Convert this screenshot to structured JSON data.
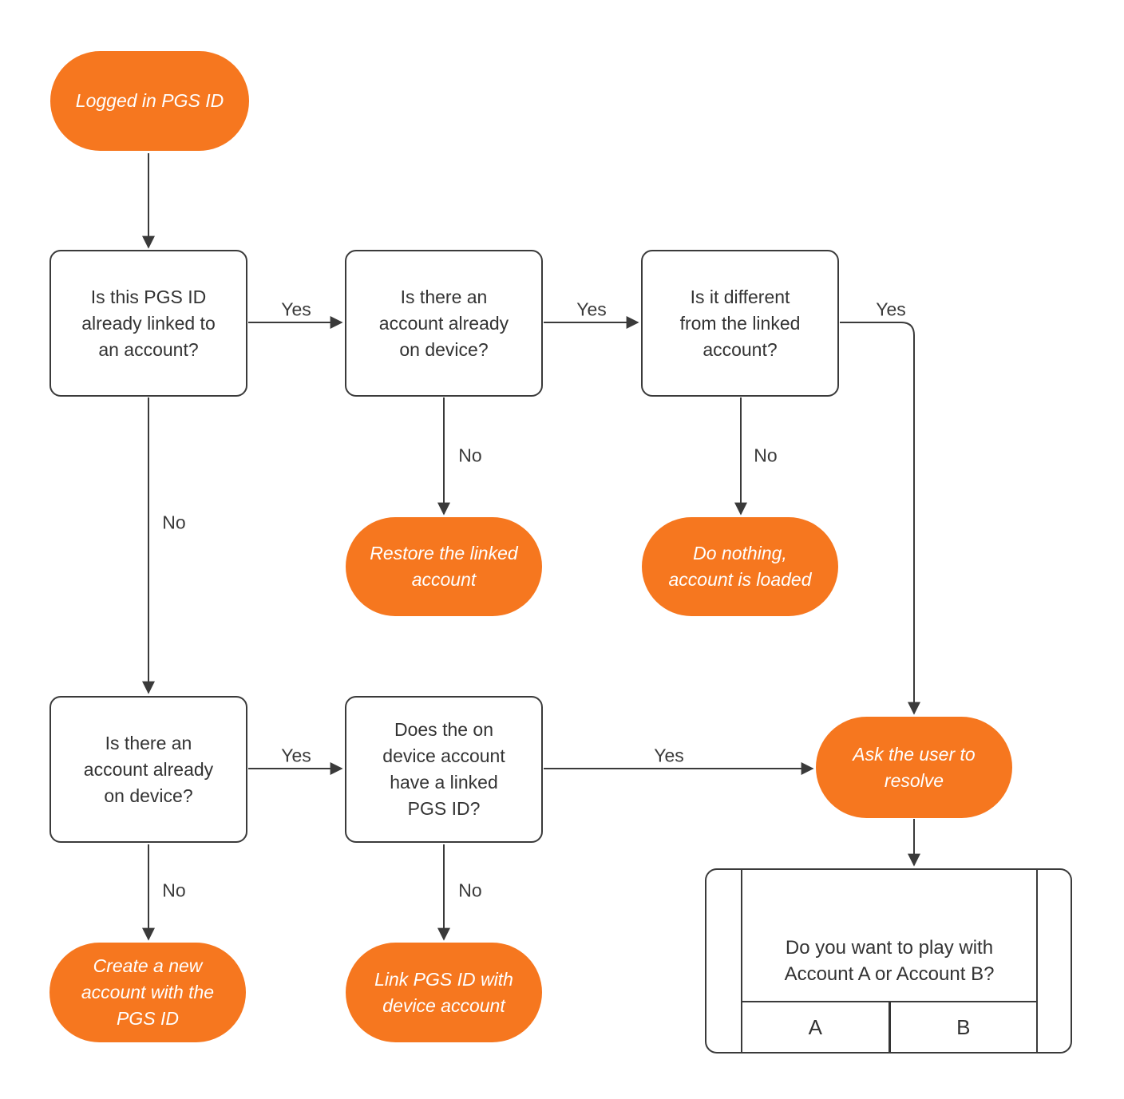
{
  "colors": {
    "accent_orange": "#F6771F",
    "line_and_border": "#3A3A3A",
    "box_text": "#333333",
    "pill_text": "#FFFFFF",
    "background": "#FFFFFF"
  },
  "nodes": {
    "start": {
      "label": "Logged in PGS ID"
    },
    "q_pgs_linked": {
      "label": "Is this PGS ID already linked to an account?"
    },
    "q_account_on_device_top": {
      "label": "Is there an account already on device?"
    },
    "q_different_from_linked": {
      "label": "Is it different from the linked account?"
    },
    "q_account_on_device_bottom": {
      "label": "Is there an account already on device?"
    },
    "q_device_account_has_pgs": {
      "label": "Does the on device account have a linked PGS ID?"
    },
    "restore_linked": {
      "label": "Restore the linked account"
    },
    "do_nothing": {
      "label": "Do nothing, account is loaded"
    },
    "ask_user": {
      "label": "Ask the user to resolve"
    },
    "create_new": {
      "label": "Create a new account with the PGS  ID"
    },
    "link_pgs": {
      "label": "Link PGS ID with device account"
    }
  },
  "edge_labels": {
    "pgs_linked_yes": "Yes",
    "pgs_linked_no": "No",
    "device_top_yes": "Yes",
    "device_top_no": "No",
    "different_yes": "Yes",
    "different_no": "No",
    "device_bottom_yes": "Yes",
    "device_bottom_no": "No",
    "has_pgs_yes": "Yes",
    "has_pgs_no": "No"
  },
  "dialog": {
    "question": "Do you want to play with Account A or Account B?",
    "buttons": [
      {
        "label": "A"
      },
      {
        "label": "B"
      }
    ]
  }
}
